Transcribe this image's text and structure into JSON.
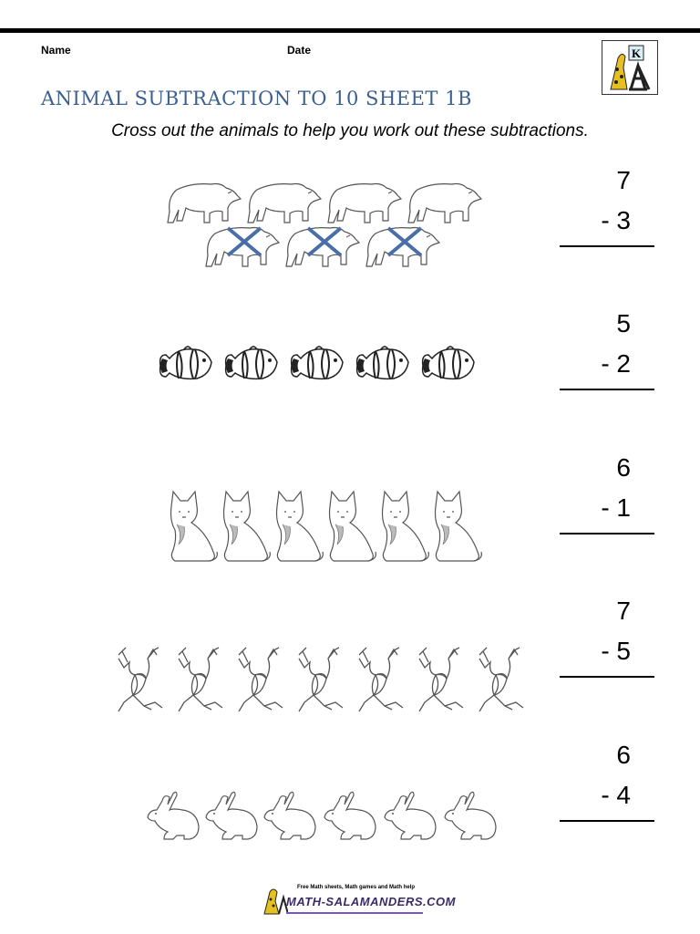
{
  "header": {
    "name_label": "Name",
    "date_label": "Date",
    "logo_letter": "K"
  },
  "worksheet": {
    "title": "ANIMAL SUBTRACTION TO 10 SHEET 1B",
    "instruction": "Cross out the animals to help you work out these subtractions."
  },
  "problems": [
    {
      "animal": "bear-icon",
      "count": 7,
      "crossed": 3,
      "top": "7",
      "bottom": "-  3"
    },
    {
      "animal": "clownfish-icon",
      "count": 5,
      "crossed": 0,
      "top": "5",
      "bottom": "-  2"
    },
    {
      "animal": "cat-icon",
      "count": 6,
      "crossed": 0,
      "top": "6",
      "bottom": "-  1"
    },
    {
      "animal": "frog-icon",
      "count": 7,
      "crossed": 0,
      "top": "7",
      "bottom": "-  5"
    },
    {
      "animal": "rabbit-icon",
      "count": 6,
      "crossed": 0,
      "top": "6",
      "bottom": "-  4"
    }
  ],
  "footer": {
    "tagline": "Free Math sheets, Math games and Math help",
    "brand": "MATH-SALAMANDERS.COM"
  },
  "colors": {
    "title": "#3b5f8f",
    "cross_mark": "#4a6ea8"
  }
}
